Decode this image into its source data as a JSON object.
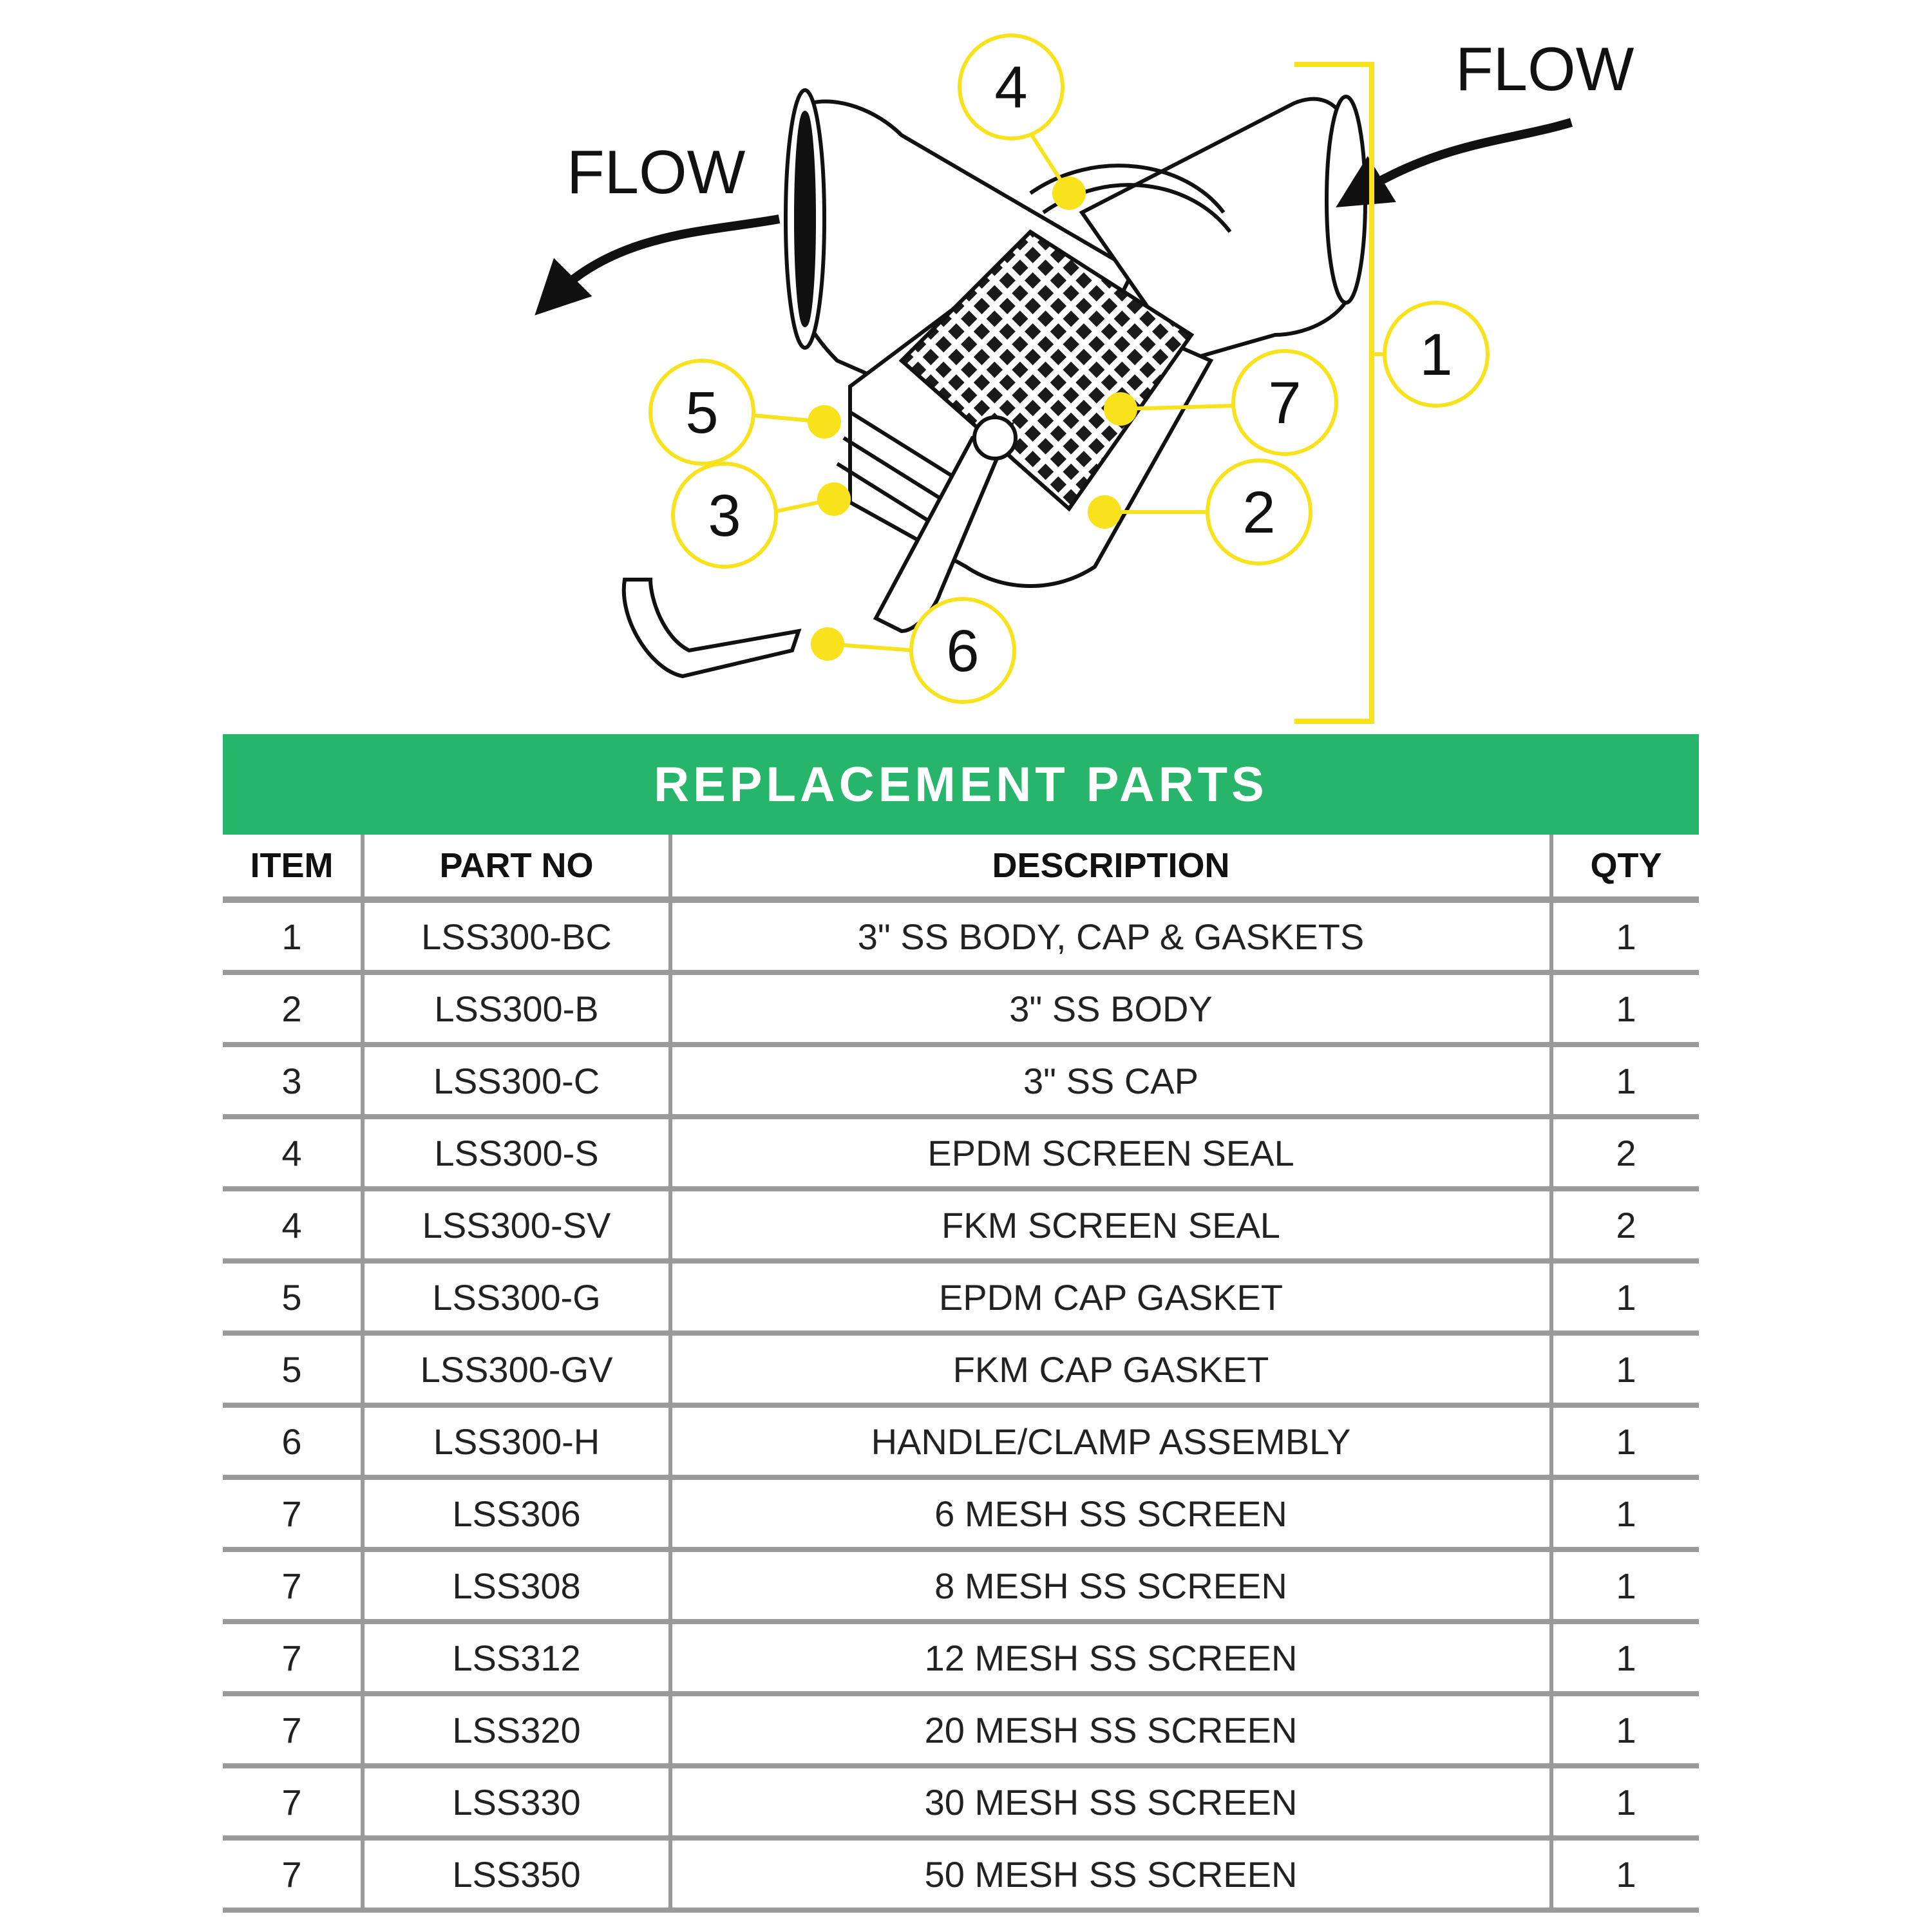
{
  "diagram": {
    "flow_label_left": "FLOW",
    "flow_label_right": "FLOW",
    "callouts": [
      "1",
      "2",
      "3",
      "4",
      "5",
      "6",
      "7"
    ],
    "accent_color": "#f7e21b",
    "outline_color": "#111111"
  },
  "table": {
    "title": "REPLACEMENT PARTS",
    "header_color": "#27b56b",
    "columns": [
      "ITEM",
      "PART NO",
      "DESCRIPTION",
      "QTY"
    ],
    "rows": [
      [
        "1",
        "LSS300-BC",
        "3\" SS BODY, CAP & GASKETS",
        "1"
      ],
      [
        "2",
        "LSS300-B",
        "3\" SS BODY",
        "1"
      ],
      [
        "3",
        "LSS300-C",
        "3\" SS CAP",
        "1"
      ],
      [
        "4",
        "LSS300-S",
        "EPDM SCREEN SEAL",
        "2"
      ],
      [
        "4",
        "LSS300-SV",
        "FKM SCREEN SEAL",
        "2"
      ],
      [
        "5",
        "LSS300-G",
        "EPDM CAP GASKET",
        "1"
      ],
      [
        "5",
        "LSS300-GV",
        "FKM CAP GASKET",
        "1"
      ],
      [
        "6",
        "LSS300-H",
        "HANDLE/CLAMP ASSEMBLY",
        "1"
      ],
      [
        "7",
        "LSS306",
        "6 MESH SS SCREEN",
        "1"
      ],
      [
        "7",
        "LSS308",
        "8 MESH SS SCREEN",
        "1"
      ],
      [
        "7",
        "LSS312",
        "12 MESH SS SCREEN",
        "1"
      ],
      [
        "7",
        "LSS320",
        "20 MESH SS SCREEN",
        "1"
      ],
      [
        "7",
        "LSS330",
        "30 MESH SS SCREEN",
        "1"
      ],
      [
        "7",
        "LSS350",
        "50 MESH SS SCREEN",
        "1"
      ]
    ]
  }
}
